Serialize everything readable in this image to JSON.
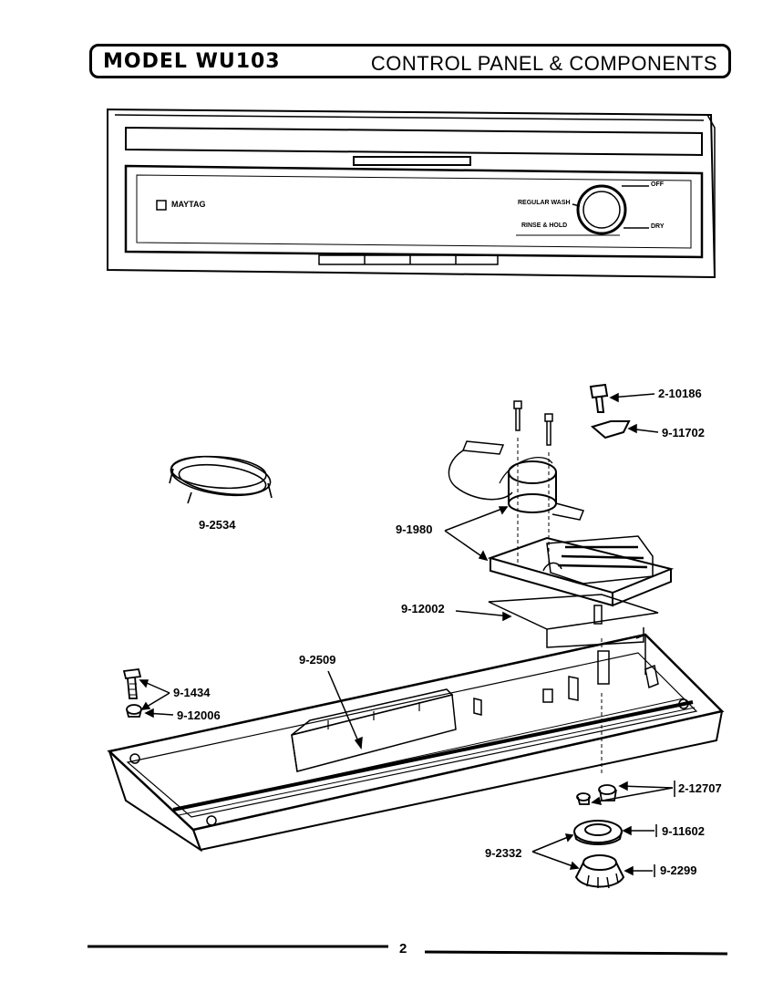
{
  "header": {
    "model": "MODEL WU103",
    "section": "CONTROL PANEL & COMPONENTS"
  },
  "panel": {
    "brand": "MAYTAG",
    "dial_labels": [
      "REGULAR WASH",
      "RINSE & HOLD",
      "OFF",
      "DRY"
    ]
  },
  "parts": [
    {
      "id": "p-2-10186",
      "number": "2-10186"
    },
    {
      "id": "p-9-11702",
      "number": "9-11702"
    },
    {
      "id": "p-9-2534",
      "number": "9-2534"
    },
    {
      "id": "p-9-1980",
      "number": "9-1980"
    },
    {
      "id": "p-9-12002",
      "number": "9-12002"
    },
    {
      "id": "p-9-2509",
      "number": "9-2509"
    },
    {
      "id": "p-9-1434",
      "number": "9-1434"
    },
    {
      "id": "p-9-12006",
      "number": "9-12006"
    },
    {
      "id": "p-2-12707",
      "number": "2-12707"
    },
    {
      "id": "p-9-11602",
      "number": "9-11602"
    },
    {
      "id": "p-9-2332",
      "number": "9-2332"
    },
    {
      "id": "p-9-2299",
      "number": "9-2299"
    }
  ],
  "footer": {
    "page": "2"
  }
}
